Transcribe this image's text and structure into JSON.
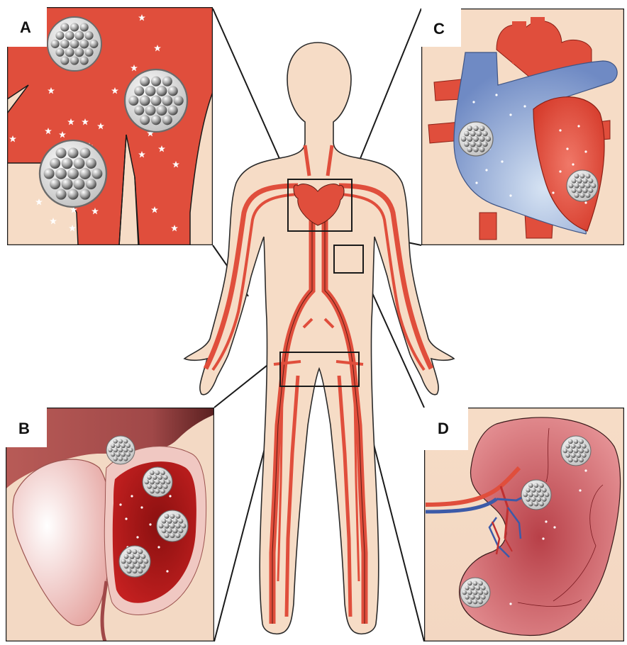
{
  "figure": {
    "panels": [
      {
        "id": "A",
        "label": "A",
        "subject": "blood-vessel-branch"
      },
      {
        "id": "B",
        "label": "B",
        "subject": "bladder-tumor"
      },
      {
        "id": "C",
        "label": "C",
        "subject": "heart"
      },
      {
        "id": "D",
        "label": "D",
        "subject": "kidney"
      }
    ],
    "colors": {
      "skin": "#f6dcc6",
      "artery": "#e04e3c",
      "vein": "#7a93c9",
      "outline": "#1a1a1a",
      "tumor": "#a51d1d",
      "kidney": "#d98488",
      "nanoparticle": "#bdbdbd"
    },
    "icons": [
      "human-body-icon",
      "circulatory-system-icon",
      "nanoparticle-cluster-icon",
      "heart-icon",
      "kidney-icon",
      "bladder-icon"
    ]
  }
}
